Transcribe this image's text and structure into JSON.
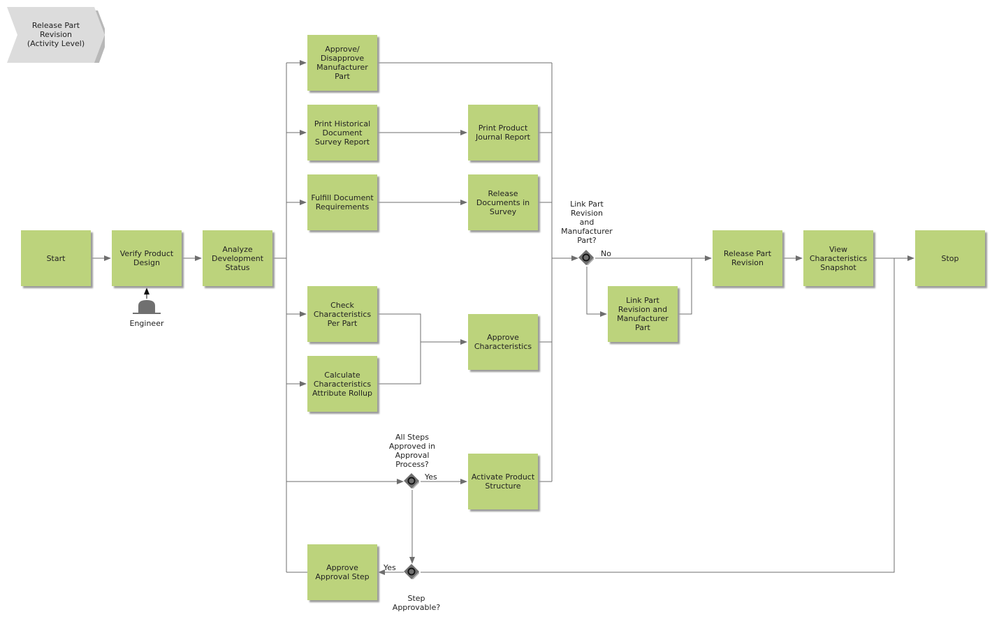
{
  "title": "Release Part\nRevision\n(Activity Level)",
  "colors": {
    "task_fill": "#bcd37c",
    "gateway_fill": "#707070",
    "line": "#6e6e6e"
  },
  "tasks": {
    "start": "Start",
    "verify": "Verify Product\nDesign",
    "analyze": "Analyze\nDevelopment\nStatus",
    "approve_mfr": "Approve/\nDisapprove\nManufacturer\nPart",
    "print_hist": "Print Historical\nDocument\nSurvey Report",
    "print_journal": "Print Product\nJournal Report",
    "fulfill": "Fulfill Document\nRequirements",
    "release_docs": "Release\nDocuments in\nSurvey",
    "check_char": "Check\nCharacteristics\nPer Part",
    "calc_char": "Calculate\nCharacteristics\nAttribute Rollup",
    "approve_char": "Approve\nCharacteristics",
    "activate": "Activate Product\nStructure",
    "approve_step": "Approve\nApproval Step",
    "link_part": "Link Part\nRevision and\nManufacturer\nPart",
    "release_part": "Release Part\nRevision",
    "view_snapshot": "View\nCharacteristics\nSnapshot",
    "stop": "Stop"
  },
  "role": {
    "label": "Engineer",
    "icon": "person-icon"
  },
  "gateways": {
    "link_q": "Link Part\nRevision\nand\nManufacturer\nPart?",
    "all_steps_q": "All Steps\nApproved in\nApproval\nProcess?",
    "step_q": "Step\nApprovable?"
  },
  "flow_labels": {
    "no": "No",
    "yes1": "Yes",
    "yes2": "Yes"
  }
}
